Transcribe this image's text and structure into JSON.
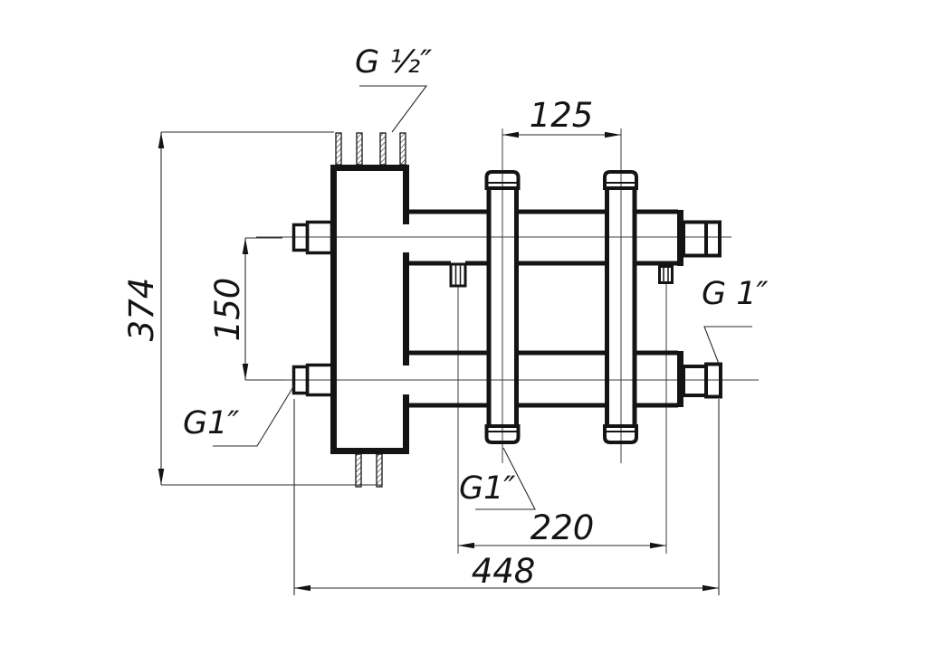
{
  "drawing": {
    "title_hint": "manifold-technical-drawing",
    "background": "#ffffff",
    "line_color": "#141414",
    "labels": {
      "thread_top": "G ½″",
      "thread_left": "G1″",
      "thread_bottom_mid": "G1″",
      "thread_right": "G 1″"
    },
    "dimensions": {
      "overall_height": "374",
      "center_spacing_vertical": "150",
      "riser_spacing": "125",
      "stub_spacing": "220",
      "overall_width": "448"
    }
  }
}
